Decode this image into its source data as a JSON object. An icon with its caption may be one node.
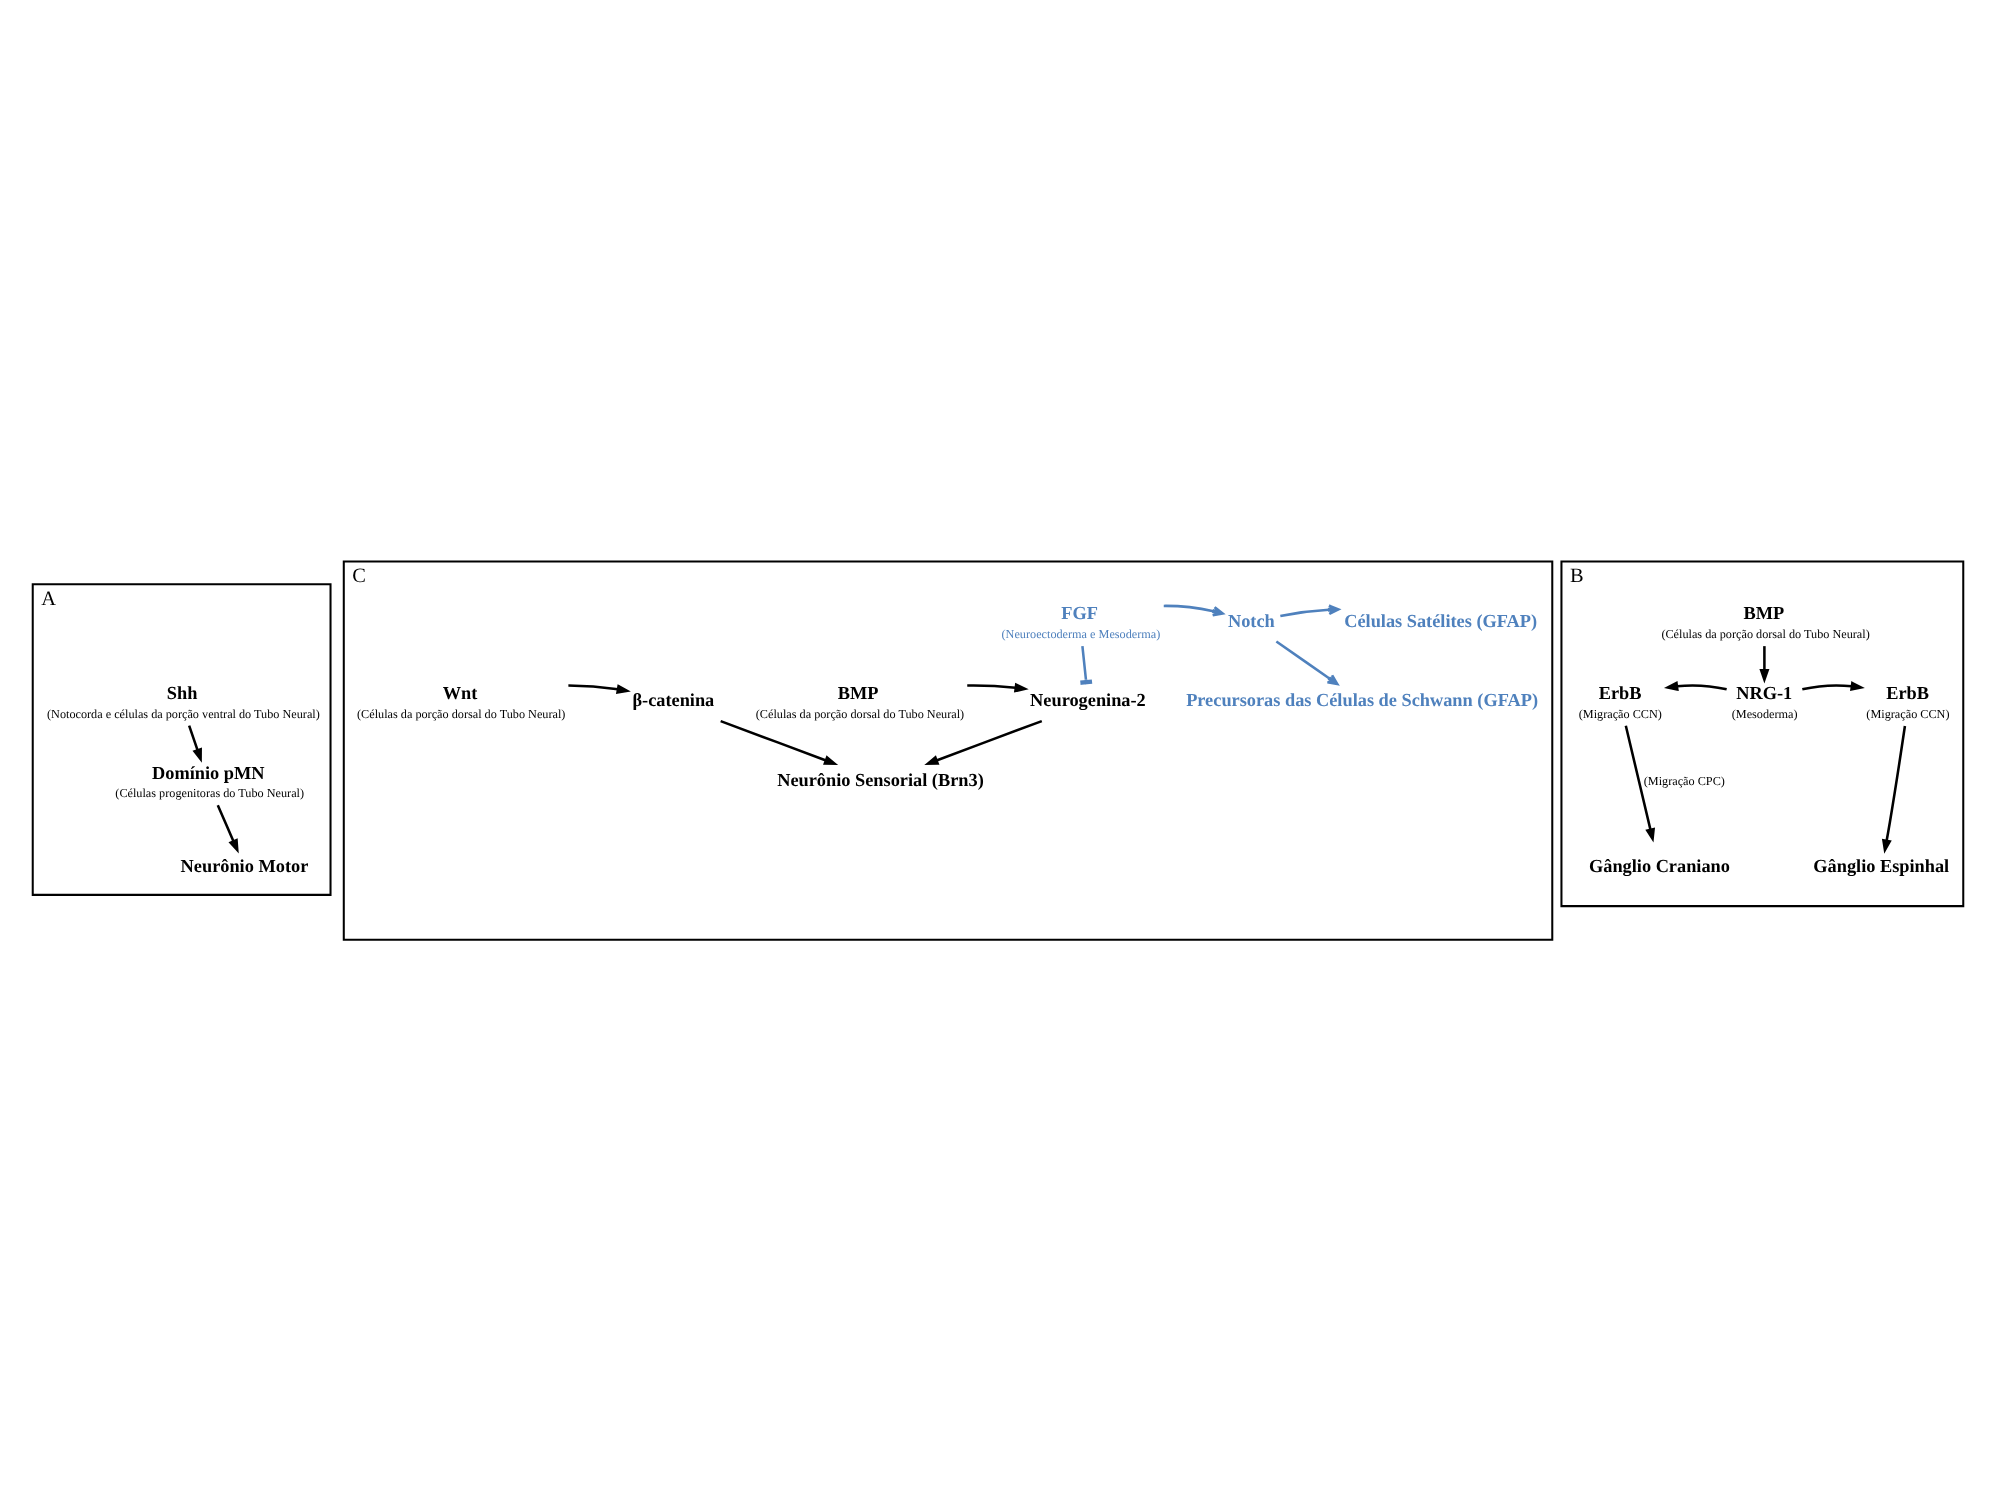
{
  "diagram": {
    "nodes": [
      {
        "text": [
          "A"
        ]
      },
      {
        "text": [
          "Shh",
          "(Notocorda e células da porção ventral do Tubo Neural)"
        ],
        "in": 0
      },
      {
        "text": [
          "Domínio pMN",
          "(Células progenitoras do Tubo Neural)"
        ],
        "in": 0
      },
      {
        "text": [
          "Neurônio Motor"
        ],
        "in": 0
      },
      {
        "text": [
          "B"
        ]
      },
      {
        "text": [
          "BMP",
          "(Células da porção dorsal do Tubo Neural)"
        ],
        "in": 4
      },
      {
        "text": [
          "ErbB",
          "(Migração CCN)"
        ],
        "in": 4
      },
      {
        "text": [
          "NRG-1",
          "(Mesoderma)"
        ],
        "in": 4
      },
      {
        "text": [
          "ErbB",
          "(Migração CCN)"
        ],
        "in": 4
      },
      {
        "text": [
          "Gânglio Craniano"
        ],
        "in": 4
      },
      {
        "text": [
          "Gânglio Espinhal"
        ],
        "in": 4
      },
      {
        "text": [
          "C"
        ]
      },
      {
        "text": [
          "FGF",
          "(Neuroectoderma e Mesoderma)"
        ],
        "in": 11
      },
      {
        "text": [
          "Notch"
        ],
        "in": 11
      },
      {
        "text": [
          "Células Satélites (GFAP)"
        ],
        "in": 11
      },
      {
        "text": [
          "Precursoras das Células de Schwann (GFAP)"
        ],
        "in": 11
      },
      {
        "text": [
          "BMP",
          "(Células da porção dorsal do Tubo Neural)"
        ],
        "in": 11
      },
      {
        "text": [
          "Neurogenina-2"
        ],
        "in": 11
      },
      {
        "text": [
          "Wnt",
          "(Células da porção dorsal do Tubo Neural)"
        ],
        "in": 11
      },
      {
        "text": [
          "β-catenina"
        ],
        "in": 11
      },
      {
        "text": [
          "Neurônio Sensorial (Brn3)"
        ],
        "in": 11
      }
    ],
    "edges": [
      {
        "from": 1,
        "to": 2,
        "arrow": "to"
      },
      {
        "from": 2,
        "to": 3,
        "arrow": "to"
      },
      {
        "from": 5,
        "to": 7,
        "arrow": "to"
      },
      {
        "from": 7,
        "to": 6,
        "arrow": "to"
      },
      {
        "from": 7,
        "to": 8,
        "arrow": "to"
      },
      {
        "from": 6,
        "to": 9,
        "arrow": "to",
        "label": "(Migração CPC)"
      },
      {
        "from": 8,
        "to": 10,
        "arrow": "to"
      },
      {
        "from": 12,
        "to": 13,
        "arrow": "to",
        "color": "#4f81bd"
      },
      {
        "from": 13,
        "to": 14,
        "arrow": "to",
        "color": "#4f81bd"
      },
      {
        "from": 13,
        "to": 15,
        "arrow": "to",
        "color": "#4f81bd"
      },
      {
        "from": 12,
        "to": 17,
        "arrow": "other",
        "color": "#4f81bd"
      },
      {
        "from": 16,
        "to": 17,
        "arrow": "to"
      },
      {
        "from": 18,
        "to": 19,
        "arrow": "to"
      },
      {
        "from": 17,
        "to": 20,
        "arrow": "to"
      },
      {
        "from": 19,
        "to": 20,
        "arrow": "to"
      }
    ]
  }
}
